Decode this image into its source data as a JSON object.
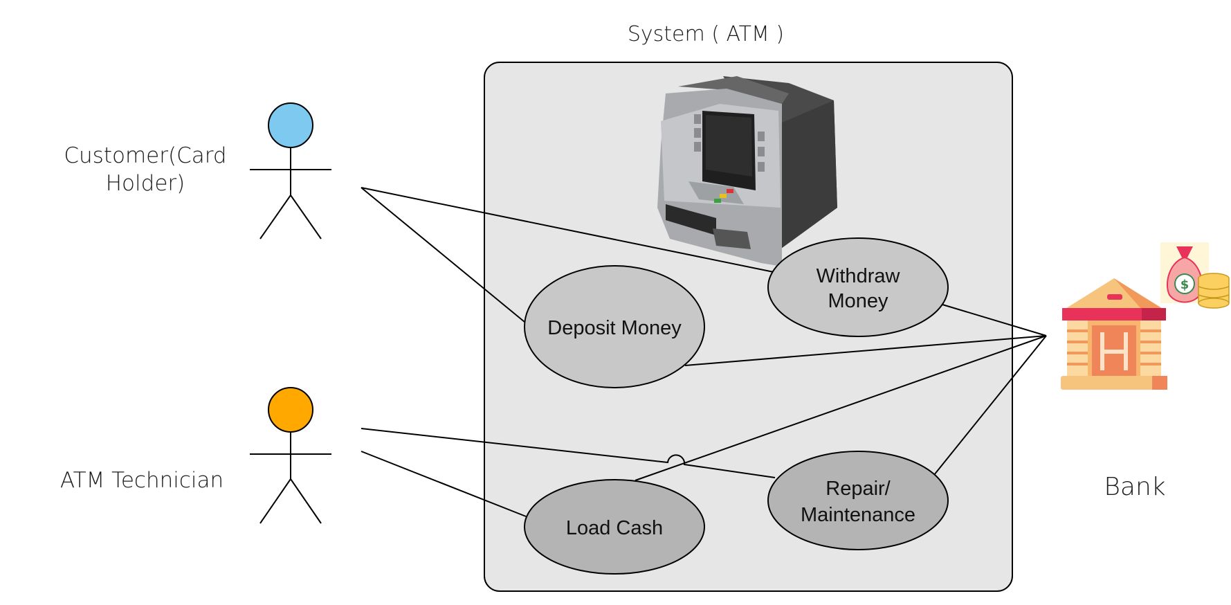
{
  "system": {
    "title": "System ( ATM )"
  },
  "actors": {
    "customer": {
      "label_line1": "Customer(Card",
      "label_line2": "Holder)",
      "head_color": "#7DC9EF"
    },
    "technician": {
      "label": "ATM Technician",
      "head_color": "#FFA800"
    },
    "bank": {
      "label": "Bank"
    }
  },
  "use_cases": {
    "withdraw": {
      "line1": "Withdraw",
      "line2": "Money"
    },
    "deposit": {
      "line1": "Deposit Money"
    },
    "load": {
      "line1": "Load Cash"
    },
    "repair": {
      "line1": "Repair/",
      "line2": "Maintenance"
    }
  },
  "colors": {
    "system_fill": "#E6E6E6",
    "usecase_fill": "#C8C8C8",
    "usecase_fill_dark": "#B4B4B4",
    "stroke": "#000000"
  }
}
